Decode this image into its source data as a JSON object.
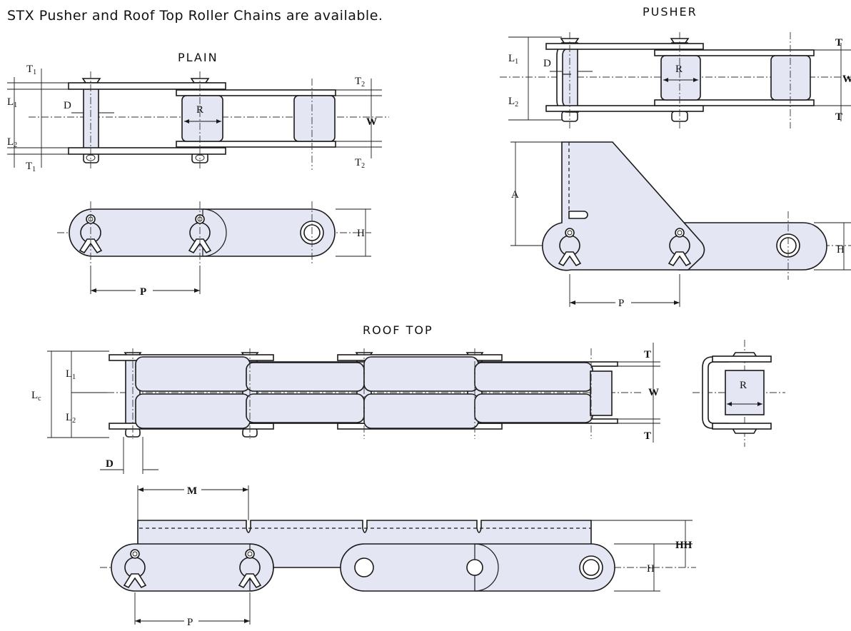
{
  "caption": "STX Pusher and Roof Top Roller Chains are available.",
  "views": {
    "plain": {
      "title": "PLAIN",
      "labels": {
        "t1_top": "T",
        "t1_bot": "T",
        "t2_top": "T",
        "t2_bot": "T",
        "l1": "L",
        "l2": "L",
        "d": "D",
        "r": "R",
        "w": "W",
        "h": "H",
        "p": "P"
      },
      "subs": {
        "one": "1",
        "two": "2"
      }
    },
    "pusher": {
      "title": "PUSHER",
      "labels": {
        "t_top": "T",
        "t_bot": "T",
        "l1": "L",
        "l2": "L",
        "d": "D",
        "r": "R",
        "w": "W",
        "a": "A",
        "h": "H",
        "p": "P"
      },
      "subs": {
        "one": "1",
        "two": "2"
      }
    },
    "rooftop": {
      "title": "ROOF TOP",
      "labels": {
        "l1": "L",
        "l2": "L",
        "lc": "L",
        "d": "D",
        "t_top": "T",
        "t_bot": "T",
        "w": "W",
        "r": "R",
        "m": "M",
        "hh": "HH",
        "h": "H",
        "p": "P"
      },
      "subs": {
        "one": "1",
        "two": "2",
        "c": "c"
      }
    }
  },
  "colors": {
    "plate_fill": "#e4e6f3",
    "line": "#1a1a1a"
  }
}
